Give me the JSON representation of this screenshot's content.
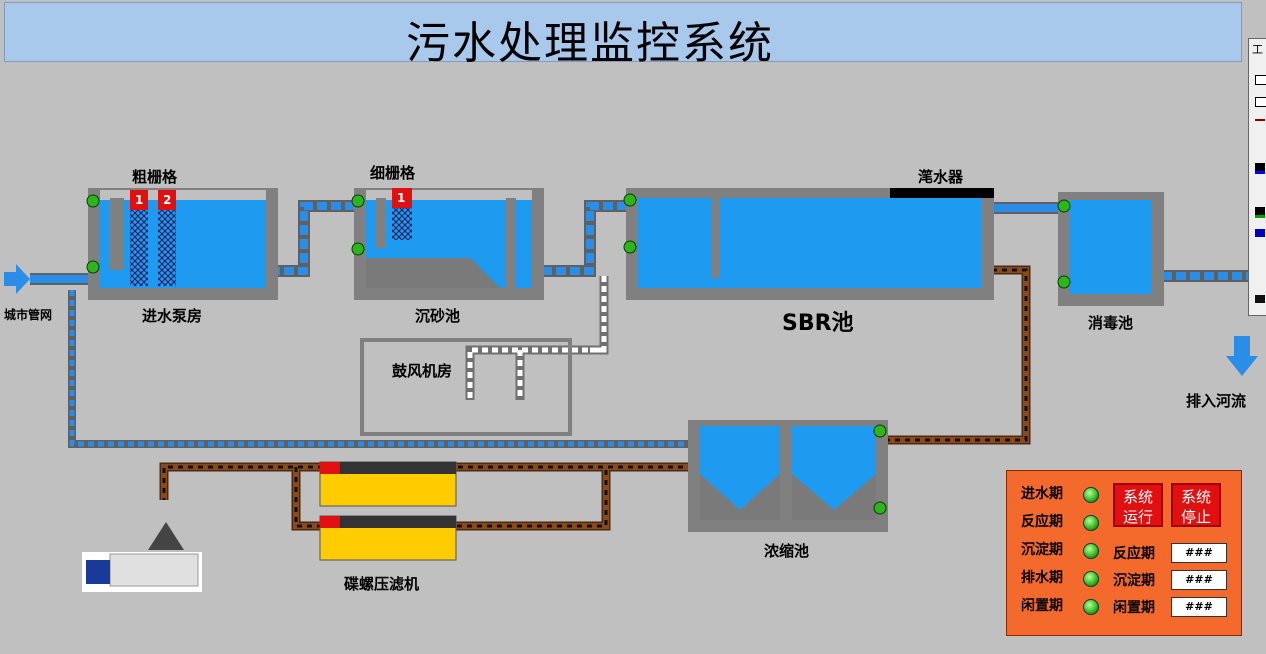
{
  "header": {
    "title": "污水处理监控系统"
  },
  "labels": {
    "city_pipe": "城市管网",
    "coarse_screen": "粗栅格",
    "inlet_pump_house": "进水泵房",
    "fine_screen": "细栅格",
    "grit_chamber": "沉砂池",
    "decanter": "滗水器",
    "sbr_tank": "SBR池",
    "disinfection_tank": "消毒池",
    "discharge_river": "排入河流",
    "blower_room": "鼓风机房",
    "thickener": "浓缩池",
    "screw_press": "碟螺压滤机",
    "screen_no1": "1",
    "screen_no2": "2",
    "fine_screen_no1": "1"
  },
  "panel": {
    "phases": [
      {
        "label": "进水期"
      },
      {
        "label": "反应期"
      },
      {
        "label": "沉淀期"
      },
      {
        "label": "排水期"
      },
      {
        "label": "闲置期"
      }
    ],
    "buttons": {
      "run": "系统运行",
      "stop": "系统停止"
    },
    "timers": [
      {
        "label": "反应期",
        "value": "###"
      },
      {
        "label": "沉淀期",
        "value": "###"
      },
      {
        "label": "闲置期",
        "value": "###"
      }
    ]
  },
  "toolbox": {
    "title": "工"
  },
  "colors": {
    "water": "#1e9bf0",
    "tank_wall": "#808080",
    "pipe_water": "#2a8ee8",
    "sludge_pipe": "#8b4a1c",
    "air_pipe": "#d8d8d8",
    "panel_bg": "#f46a2c",
    "button_red": "#e01010",
    "indicator_green": "#2db51c"
  }
}
